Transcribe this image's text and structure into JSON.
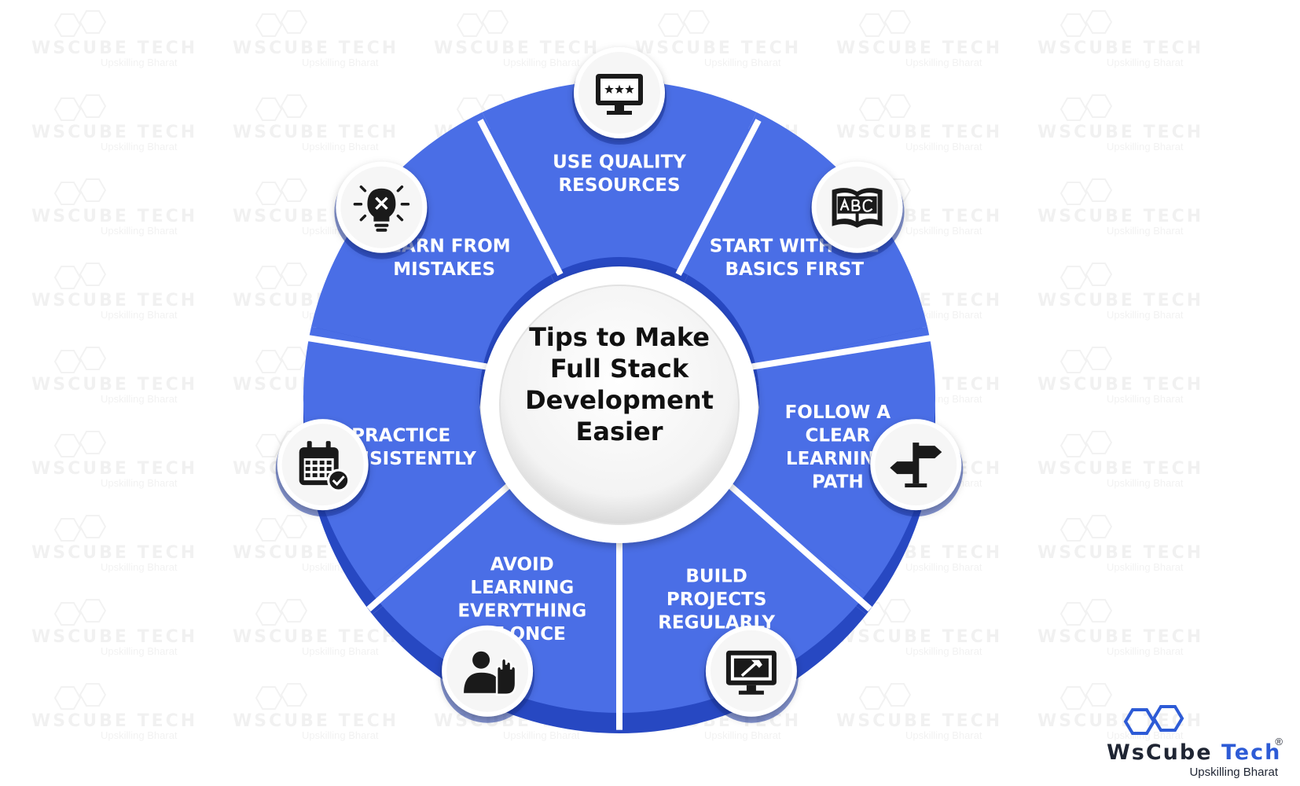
{
  "center": {
    "lines": [
      "Tips to Make",
      "Full Stack",
      "Development",
      "Easier"
    ]
  },
  "segments": [
    {
      "lines": [
        "USE QUALITY",
        "RESOURCES"
      ],
      "icon": "monitor-stars-icon"
    },
    {
      "lines": [
        "START WITH THE",
        "BASICS FIRST"
      ],
      "icon": "abc-book-icon"
    },
    {
      "lines": [
        "FOLLOW A",
        "CLEAR",
        "LEARNING",
        "PATH"
      ],
      "icon": "signpost-icon"
    },
    {
      "lines": [
        "BUILD",
        "PROJECTS",
        "REGULARLY"
      ],
      "icon": "monitor-hammer-icon"
    },
    {
      "lines": [
        "AVOID",
        "LEARNING",
        "EVERYTHING",
        "AT ONCE"
      ],
      "icon": "person-stop-hand-icon"
    },
    {
      "lines": [
        "PRACTICE",
        "CONSISTENTLY"
      ],
      "icon": "calendar-check-icon"
    },
    {
      "lines": [
        "LEARN FROM",
        "MISTAKES"
      ],
      "icon": "lightbulb-x-icon"
    }
  ],
  "watermark": {
    "name": "WsCube Tech",
    "tagline": "Upskilling Bharat"
  },
  "brand": {
    "name_part1": "WsCube",
    "name_part2": "Tech",
    "tagline": "Upskilling Bharat",
    "registered": "®"
  },
  "colors": {
    "segment": "#4a6ee6",
    "segment_side": "#2748c2",
    "gap": "#ffffff",
    "center_fill": "#ffffff",
    "text_dark": "#111111",
    "brand_blue": "#2d5bd6"
  }
}
